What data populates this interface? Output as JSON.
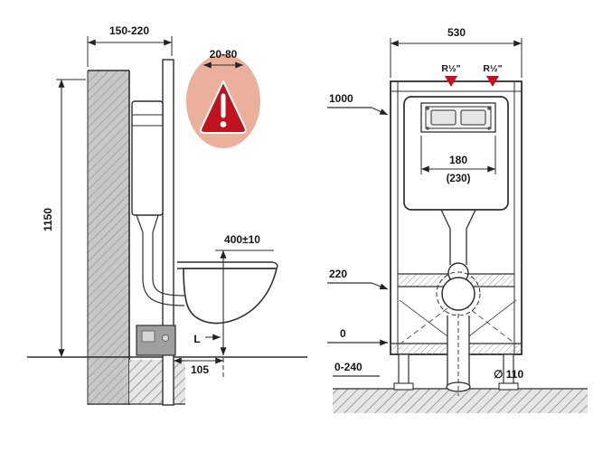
{
  "page": {
    "background": "#ffffff"
  },
  "colors": {
    "line": "#2e2e2e",
    "accent_red": "#c1121f",
    "warning_oval": "#eab09c",
    "wall_gray": "#c8c8c8"
  },
  "left_view": {
    "dim_wall_distance": "150-220",
    "dim_gap": "20-80",
    "dim_frame_height": "1150",
    "dim_seat_height": "400±10",
    "dim_outlet_offset": "105",
    "label_axis": "L"
  },
  "right_view": {
    "dim_frame_width": "530",
    "conn_left_label": "R½\"",
    "conn_right_label": "R½\"",
    "level_1000_label": "1000",
    "dim_flush_opening": "180",
    "dim_flush_opening_alt": "(230)",
    "level_220_label": "220",
    "level_0_label": "0",
    "leg_adjust_range": "0-240",
    "drain_diameter_label": "∅ 110"
  }
}
